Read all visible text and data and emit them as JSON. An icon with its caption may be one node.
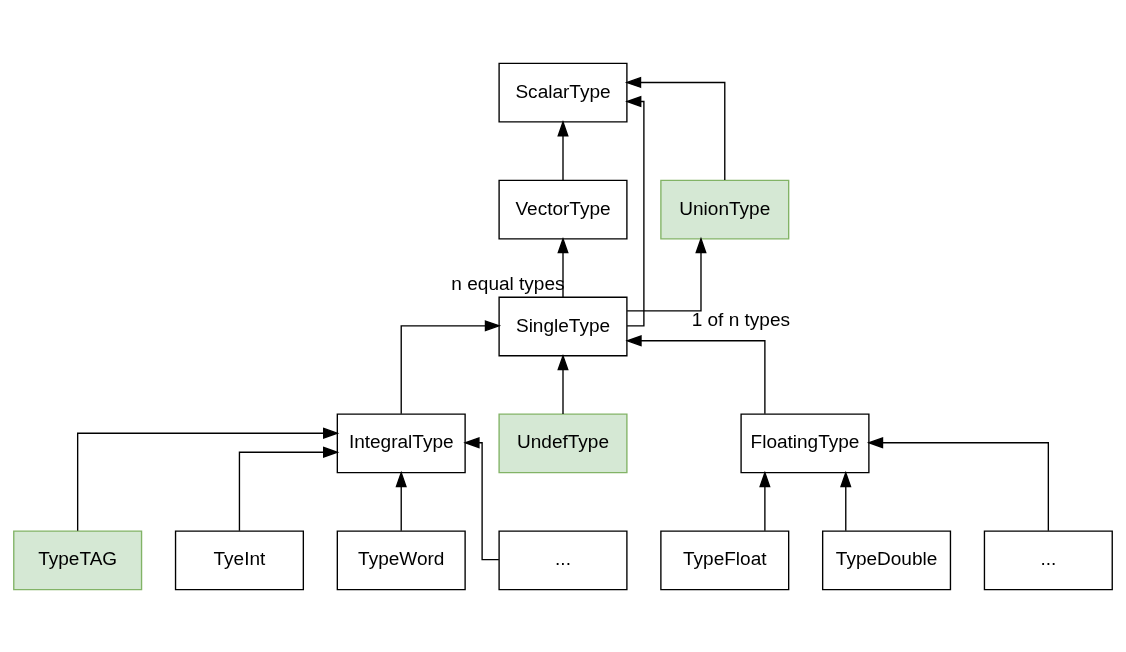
{
  "diagram": {
    "nodes": [
      {
        "text": [
          "ScalarType"
        ]
      },
      {
        "text": [
          "VectorType"
        ]
      },
      {
        "text": [
          "UnionType"
        ]
      },
      {
        "text": [
          "SingleType"
        ]
      },
      {
        "text": [
          "IntegralType"
        ]
      },
      {
        "text": [
          "UndefType"
        ]
      },
      {
        "text": [
          "FloatingType"
        ]
      },
      {
        "text": [
          "TypeTAG"
        ]
      },
      {
        "text": [
          "TyeInt"
        ]
      },
      {
        "text": [
          "TypeWord"
        ]
      },
      {
        "text": [
          "..."
        ]
      },
      {
        "text": [
          "TypeFloat"
        ]
      },
      {
        "text": [
          "TypeDouble"
        ]
      },
      {
        "text": [
          "..."
        ]
      }
    ],
    "edges": [
      {
        "from": 1,
        "to": 0,
        "arrow": "to"
      },
      {
        "from": 3,
        "to": 0,
        "arrow": "to"
      },
      {
        "from": 2,
        "to": 0,
        "arrow": "to"
      },
      {
        "from": 3,
        "to": 1,
        "arrow": "to",
        "label": "n equal types"
      },
      {
        "from": 3,
        "to": 2,
        "arrow": "to",
        "label": "1 of n types"
      },
      {
        "from": 4,
        "to": 3,
        "arrow": "to"
      },
      {
        "from": 5,
        "to": 3,
        "arrow": "to"
      },
      {
        "from": 6,
        "to": 3,
        "arrow": "to"
      },
      {
        "from": 7,
        "to": 4,
        "arrow": "to"
      },
      {
        "from": 8,
        "to": 4,
        "arrow": "to"
      },
      {
        "from": 9,
        "to": 4,
        "arrow": "to"
      },
      {
        "from": 10,
        "to": 4,
        "arrow": "to"
      },
      {
        "from": 11,
        "to": 6,
        "arrow": "to"
      },
      {
        "from": 12,
        "to": 6,
        "arrow": "to"
      },
      {
        "from": 13,
        "to": 6,
        "arrow": "to"
      }
    ]
  }
}
